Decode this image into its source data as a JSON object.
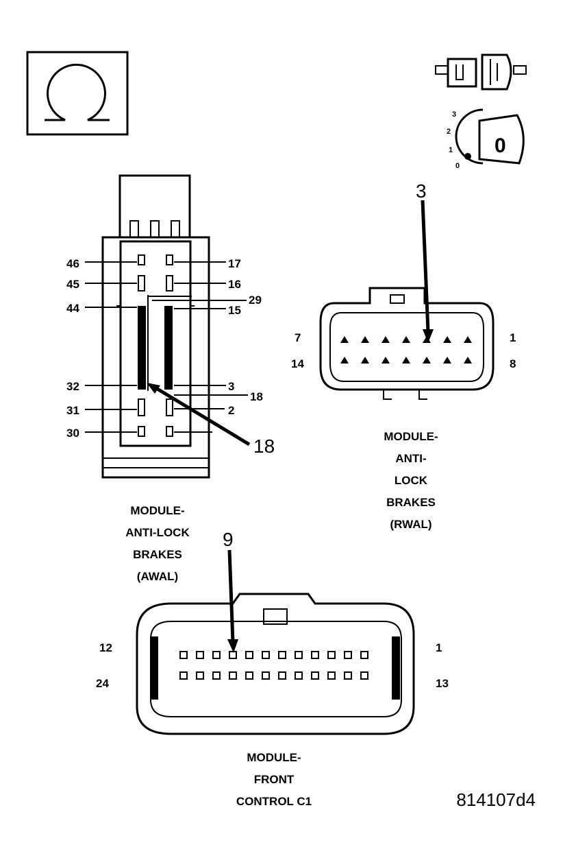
{
  "figure_id": "814107d4",
  "icons": {
    "ohmmeter": "ohm-symbol-icon",
    "connector": "disconnected-connector-icon",
    "ignition": "ignition-switch-off-icon"
  },
  "ignition_positions": [
    "3",
    "2",
    "1",
    "0"
  ],
  "ignition_key_label": "0",
  "awal": {
    "name_lines": [
      "MODULE-",
      "ANTI-LOCK",
      "BRAKES",
      "(AWAL)"
    ],
    "pin_labels_left": [
      "46",
      "45",
      "44",
      "32",
      "31",
      "30"
    ],
    "pin_labels_right": [
      "17",
      "16",
      "29",
      "15",
      "3",
      "18",
      "2"
    ],
    "callout": "18"
  },
  "rwal": {
    "name_lines": [
      "MODULE-",
      "ANTI-",
      "LOCK",
      "BRAKES",
      "(RWAL)"
    ],
    "pin_labels": [
      "7",
      "1",
      "14",
      "8"
    ],
    "callout": "3"
  },
  "fcm": {
    "name_lines": [
      "MODULE-",
      "FRONT",
      "CONTROL C1"
    ],
    "pin_labels": [
      "12",
      "1",
      "24",
      "13"
    ],
    "callout": "9"
  }
}
